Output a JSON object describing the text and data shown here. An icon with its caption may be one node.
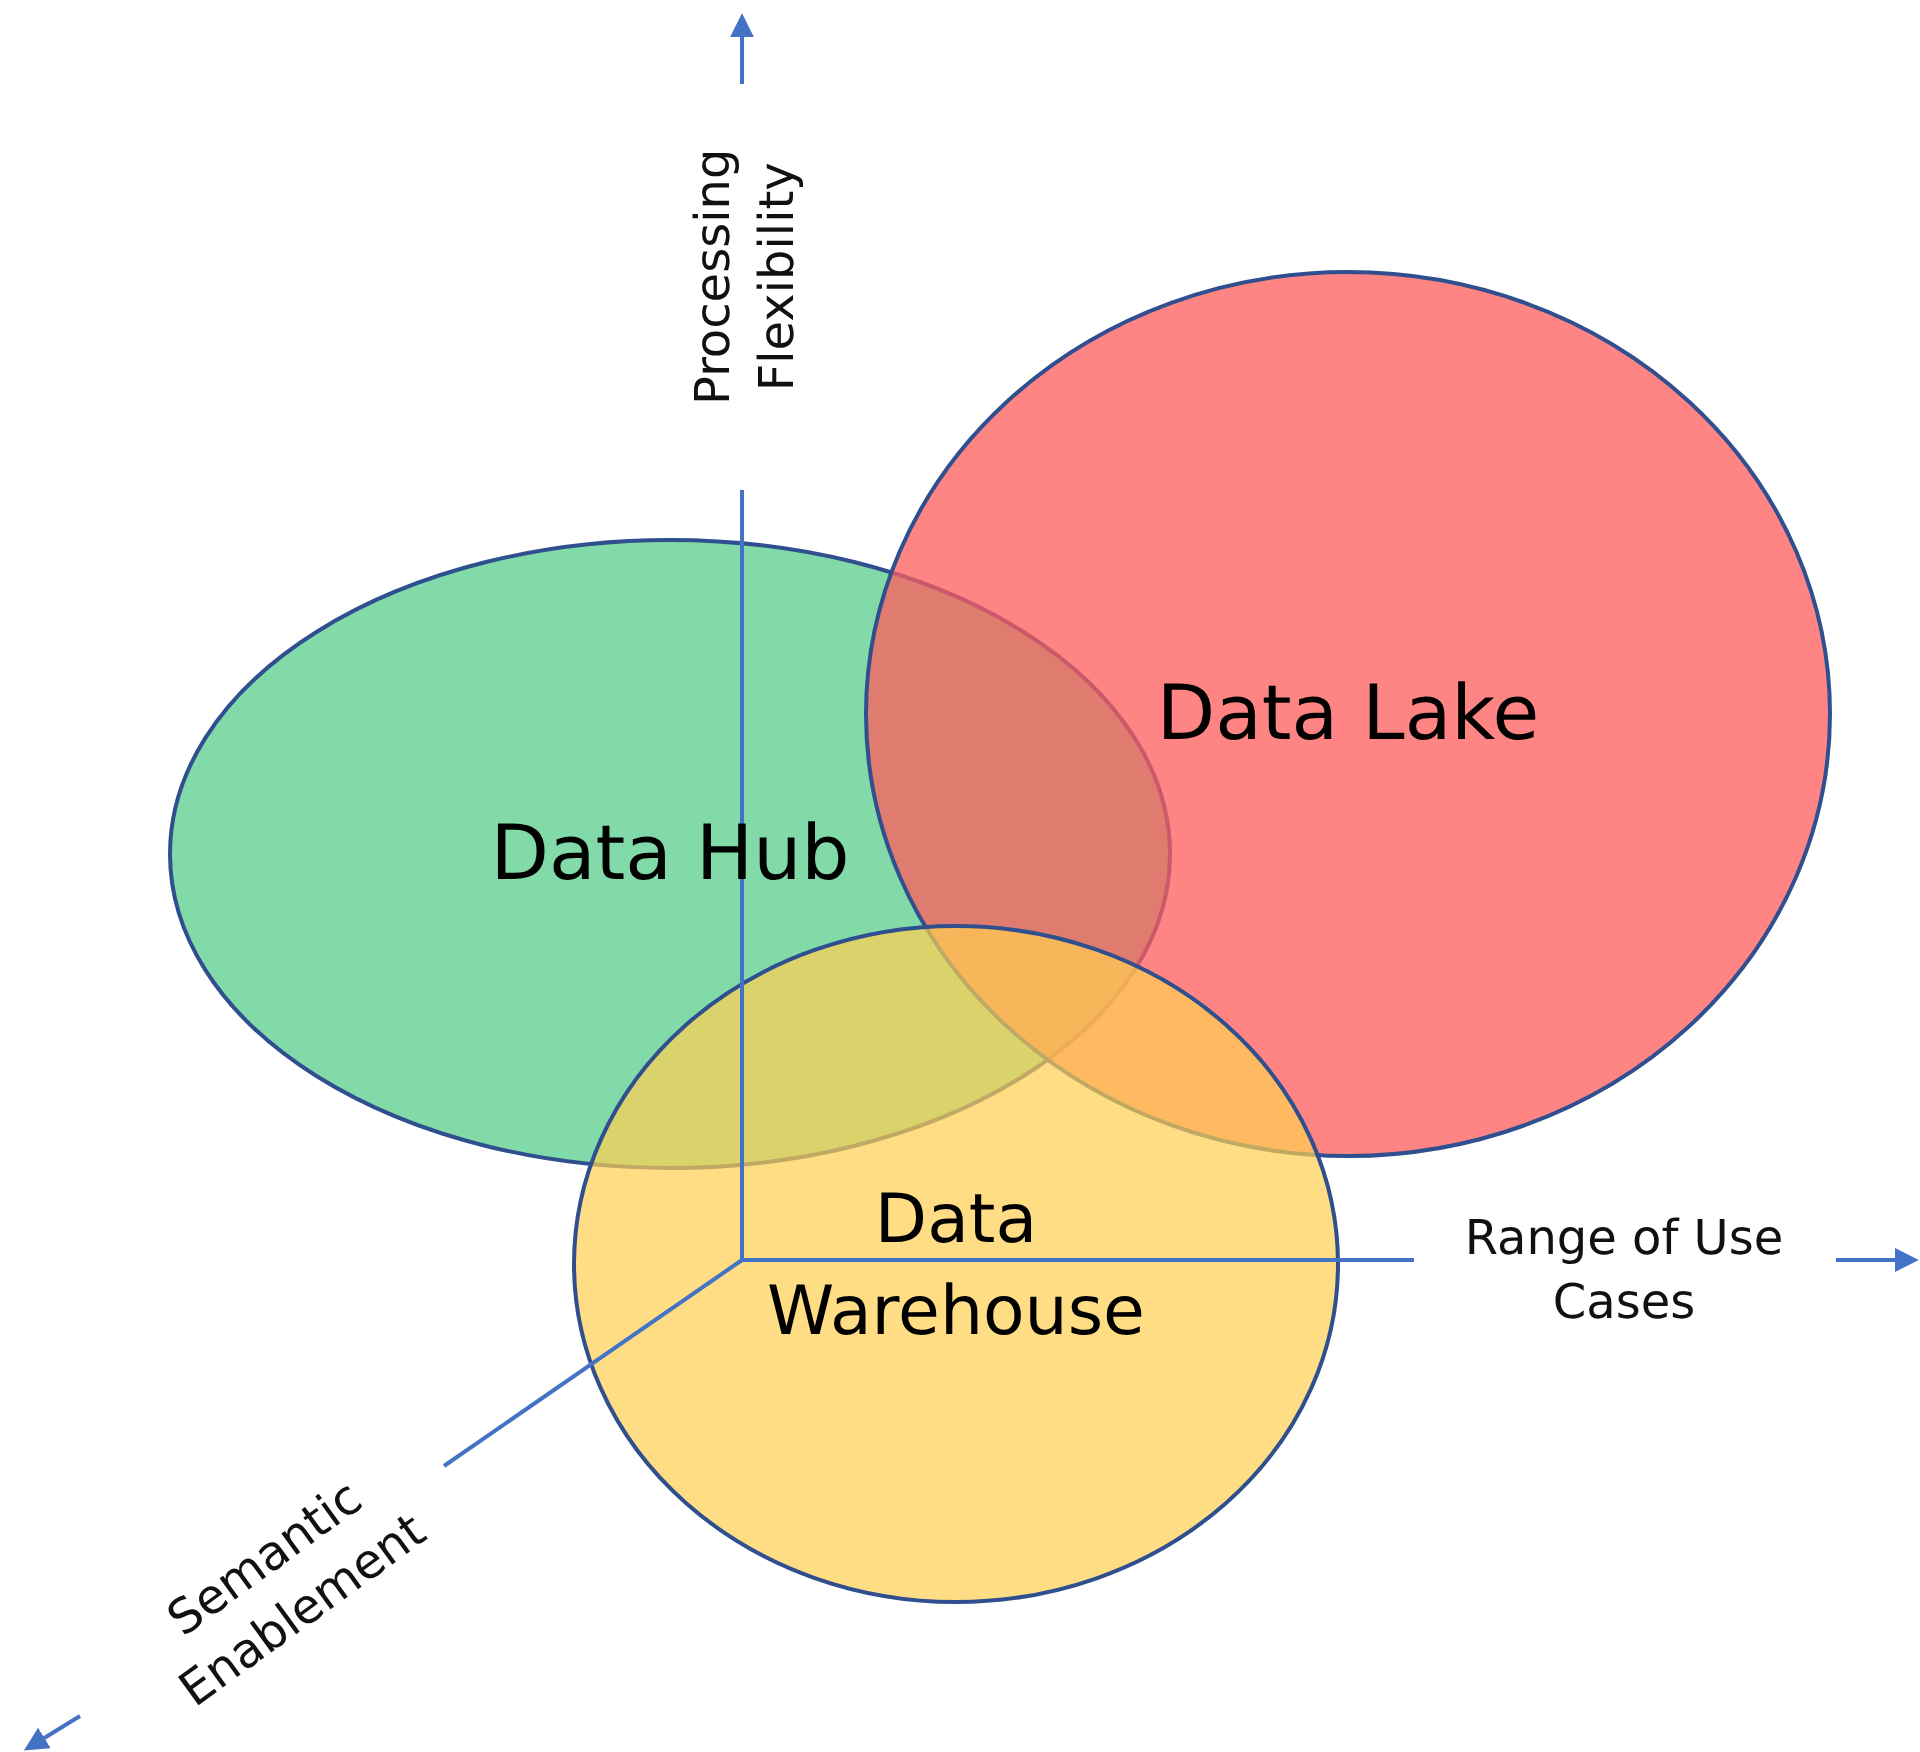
{
  "diagram": {
    "nodes": [
      {
        "text": [
          "Data Hub"
        ]
      },
      {
        "text": [
          "Data Lake"
        ]
      },
      {
        "text": [
          "Data Warehouse"
        ]
      }
    ],
    "labels": [
      "Processing Flexibility",
      "Range of Use Cases",
      "Semantic Enablement"
    ]
  }
}
